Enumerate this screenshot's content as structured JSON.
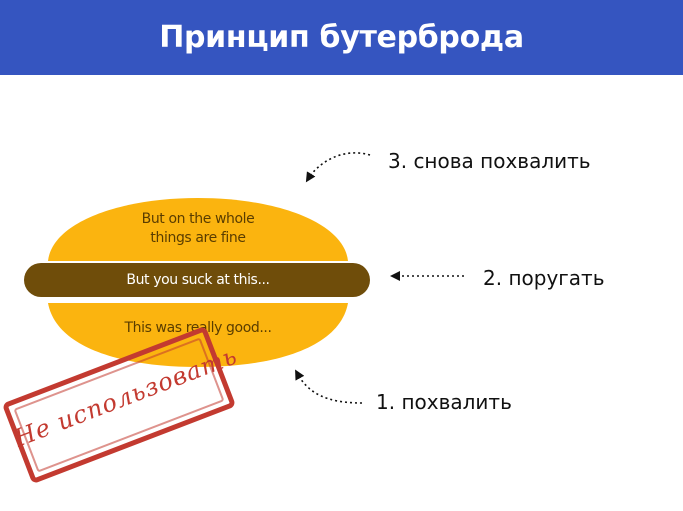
{
  "header": {
    "title": "Принцип бутерброда"
  },
  "sandwich": {
    "top_bun_text": "But on the whole\nthings are fine",
    "filling_text": "But you suck at this...",
    "bottom_bun_text": "This was really good..."
  },
  "steps": [
    {
      "label": "3. снова похвалить"
    },
    {
      "label": "2. поругать"
    },
    {
      "label": "1. похвалить"
    }
  ],
  "stamp": {
    "text": "Не использовать"
  },
  "colors": {
    "header_bg": "#3555c0",
    "bun": "#fbb40f",
    "filling": "#6f4d0a",
    "stamp": "#c33a30"
  }
}
